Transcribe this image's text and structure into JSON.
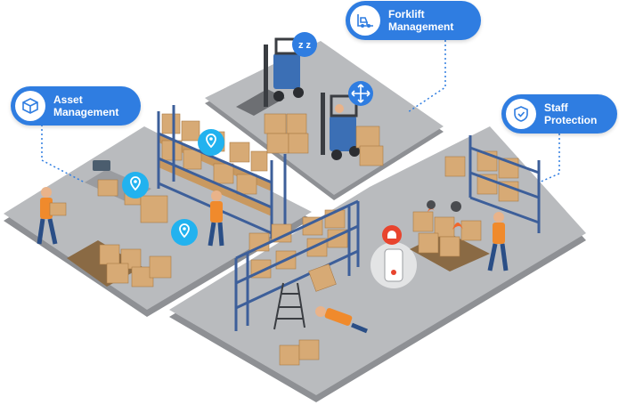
{
  "colors": {
    "accent": "#2f7de1",
    "floor": "#b9bbbe",
    "floor_edge": "#8e9094",
    "rack": "#3d5f9a",
    "box": "#d7aa75",
    "worker_vest": "#f08a2c",
    "alert_red": "#e8442e"
  },
  "labels": {
    "asset": {
      "line1": "Asset",
      "line2": "Management",
      "icon": "box-icon"
    },
    "forklift": {
      "line1": "Forklift",
      "line2": "Management",
      "icon": "forklift-icon"
    },
    "staff": {
      "line1": "Staff",
      "line2": "Protection",
      "icon": "shield-icon"
    }
  },
  "badges": {
    "sleep": "z z",
    "alarm_icon": "siren-icon",
    "move_icon": "move-arrows-icon",
    "location_icon": "location-pin-icon"
  }
}
